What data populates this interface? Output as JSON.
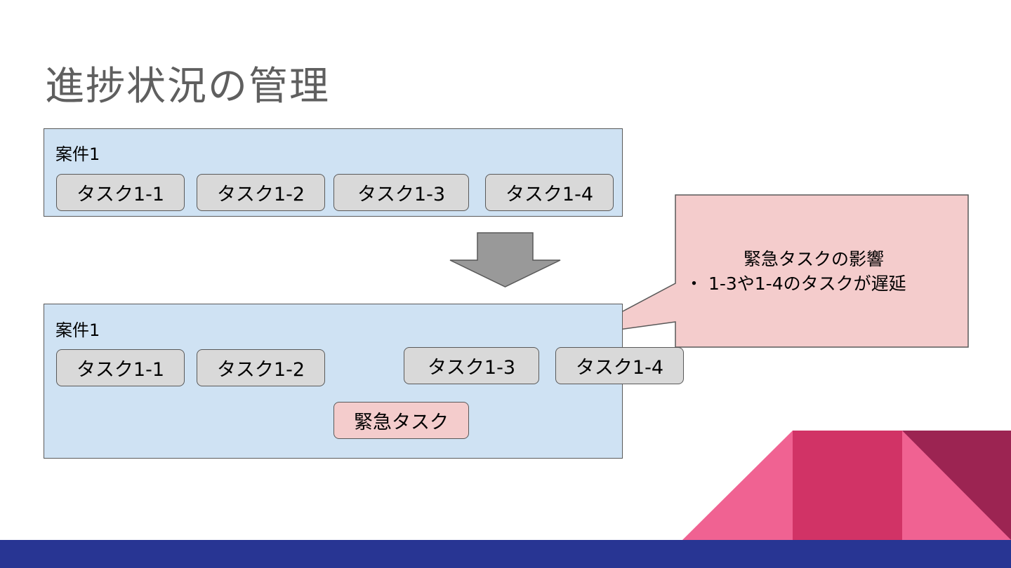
{
  "slide": {
    "title": "進捗状況の管理"
  },
  "before": {
    "project_label": "案件1",
    "tasks": [
      "タスク1-1",
      "タスク1-2",
      "タスク1-3",
      "タスク1-4"
    ]
  },
  "after": {
    "project_label": "案件1",
    "tasks": [
      "タスク1-1",
      "タスク1-2",
      "タスク1-3",
      "タスク1-4"
    ],
    "urgent_task": "緊急タスク"
  },
  "callout": {
    "heading": "緊急タスクの影響",
    "item": "・ 1-3や1-4のタスクが遅延"
  },
  "colors": {
    "project_fill": "#cfe2f3",
    "task_fill": "#d9d9d9",
    "urgent_fill": "#f4cccc",
    "callout_fill": "#f4cccc",
    "arrow_fill": "#999999",
    "accent_pink": "#f06292",
    "accent_magenta": "#d13366",
    "accent_dark": "#9c2452",
    "footer_bar": "#283593"
  }
}
